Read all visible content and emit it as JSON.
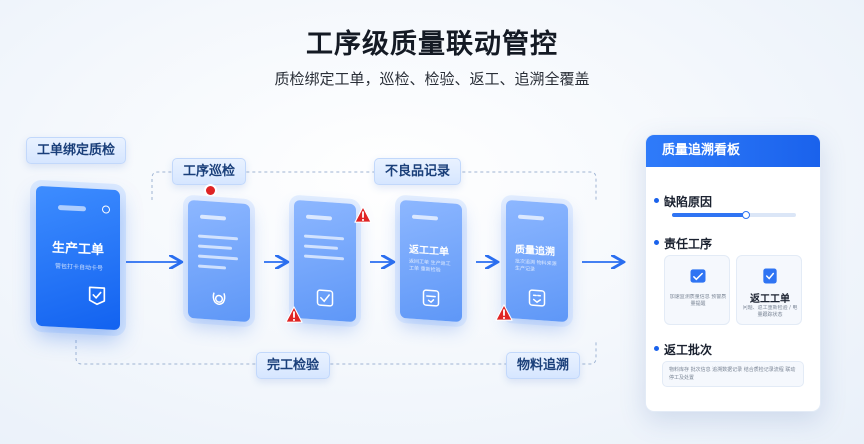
{
  "header": {
    "title": "工序级质量联动管控",
    "subtitle": "质检绑定工单，巡检、检验、返工、追溯全覆盖"
  },
  "tags": {
    "binding": "工单绑定质检",
    "patrol": "工序巡检",
    "defect": "不良品记录",
    "final": "完工检验",
    "trace": "物料追溯"
  },
  "work_order": {
    "label": "生产工单",
    "sub": "营包打卡自动卡号"
  },
  "docs": [
    {
      "label": "",
      "sub": "",
      "icon": "circle-check-icon"
    },
    {
      "label": "",
      "sub": "",
      "icon": "check-box-icon"
    },
    {
      "label": "返工工单",
      "sub": "返回工单 生产返工工单 重新检验",
      "icon": "rework-icon"
    },
    {
      "label": "质量追溯",
      "sub": "批次追溯 物料来源 生产记录",
      "icon": "trace-icon"
    }
  ],
  "panel": {
    "title": "质量追溯看板",
    "defect_cause": "缺陷原因",
    "defect_progress": 0.6,
    "responsible": "责任工序",
    "card_left_sub": "加速监测质量信息 预警质量提醒",
    "card_right_label": "返工工单",
    "card_right_sub": "问题、返工重新检验 / 电量跟踪状态",
    "rework_batch": "返工批次",
    "rework_note": "物料库存 批次信息 追溯数据记录 结合质检记录流程 联动停工及处置"
  },
  "colors": {
    "primary": "#1a62ec",
    "warning": "#e02424"
  }
}
